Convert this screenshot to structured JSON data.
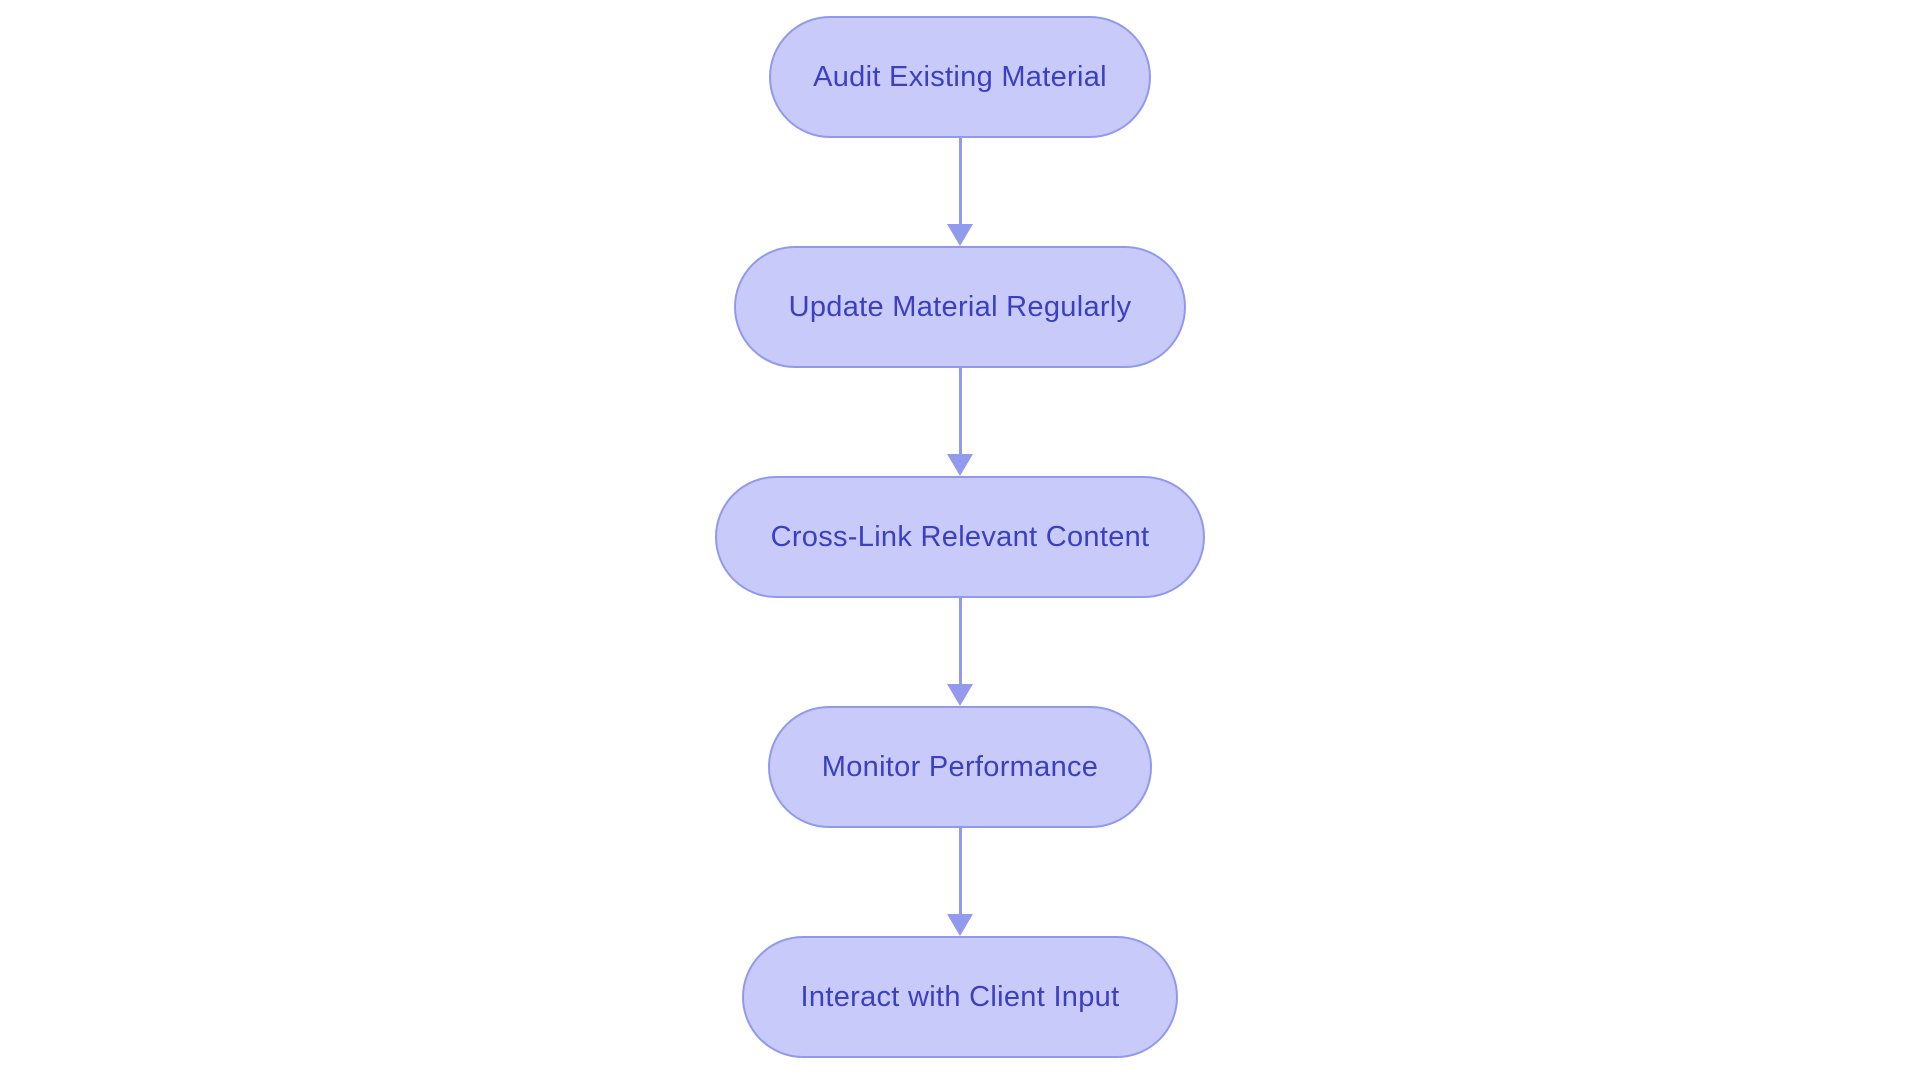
{
  "diagram": {
    "type": "flowchart",
    "direction": "top-to-bottom",
    "nodes": [
      {
        "label": "Audit Existing Material"
      },
      {
        "label": "Update Material Regularly"
      },
      {
        "label": "Cross-Link Relevant Content"
      },
      {
        "label": "Monitor Performance"
      },
      {
        "label": "Interact with Client Input"
      }
    ],
    "edges": [
      {
        "from": "Audit Existing Material",
        "to": "Update Material Regularly",
        "style": "solid-arrow-down"
      },
      {
        "from": "Update Material Regularly",
        "to": "Cross-Link Relevant Content",
        "style": "solid-arrow-down"
      },
      {
        "from": "Cross-Link Relevant Content",
        "to": "Monitor Performance",
        "style": "solid-arrow-down"
      },
      {
        "from": "Monitor Performance",
        "to": "Interact with Client Input",
        "style": "solid-arrow-down"
      }
    ],
    "colors": {
      "background": "#ffffff",
      "node_fill": "#c8cbf9",
      "node_border": "#9199ee",
      "node_text": "#3b3fc0",
      "arrow": "#929aee"
    }
  }
}
